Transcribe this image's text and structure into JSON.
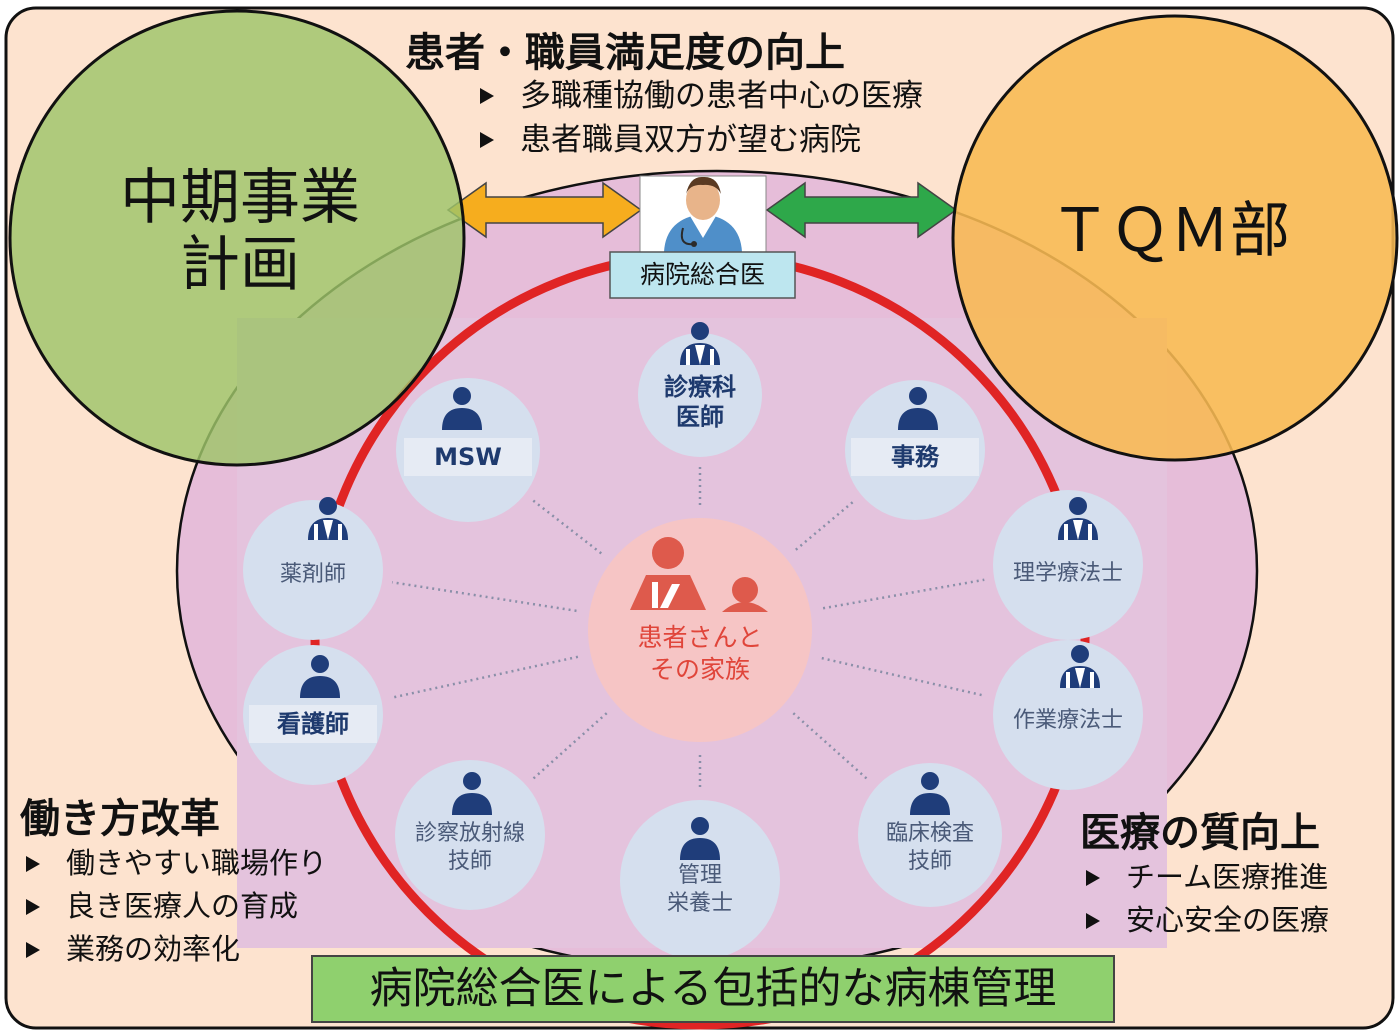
{
  "colors": {
    "background": "#fde3cf",
    "pink_area": "#e6bdd9",
    "green_circle": "#9dc569",
    "orange_circle": "#f8ba52",
    "ring": "#e02424",
    "node_fill": "#d5dfee",
    "person_icon": "#1f3d7a",
    "patient_icon": "#de5a4c",
    "center_fill": "#f6c5c5",
    "banner_fill": "#8fd06e",
    "doctor_label_fill": "#bde6ef",
    "arrow_orange": "#f6ad1e",
    "arrow_green": "#2ea84a"
  },
  "top": {
    "title": "患者・職員満足度の向上",
    "bullets": [
      "多職種協働の患者中心の医療",
      "患者職員双方が望む病院"
    ]
  },
  "left_circle": {
    "line1": "中期事業",
    "line2": "計画"
  },
  "right_circle": {
    "text": "ＴＱＭ部"
  },
  "doctor": {
    "label": "病院総合医",
    "icon": "doctor-avatar"
  },
  "center": {
    "line1": "患者さんと",
    "line2": "その家族",
    "icon": "patient-family-icon"
  },
  "nodes": [
    {
      "id": "shinryoka",
      "lines": [
        "診療科",
        "医師"
      ],
      "icon": "doctor-coat-icon"
    },
    {
      "id": "jimu",
      "lines": [
        "事務"
      ],
      "icon": "person-icon"
    },
    {
      "id": "rigaku",
      "lines": [
        "理学療法士"
      ],
      "icon": "therapist-icon"
    },
    {
      "id": "sagyo",
      "lines": [
        "作業療法士"
      ],
      "icon": "therapist-icon"
    },
    {
      "id": "rinsho",
      "lines": [
        "臨床検査",
        "技師"
      ],
      "icon": "person-icon"
    },
    {
      "id": "eiyo",
      "lines": [
        "管理",
        "栄養士"
      ],
      "icon": "person-icon"
    },
    {
      "id": "hoshasen",
      "lines": [
        "診察放射線",
        "技師"
      ],
      "icon": "person-icon"
    },
    {
      "id": "kango",
      "lines": [
        "看護師"
      ],
      "icon": "person-icon"
    },
    {
      "id": "yakuzai",
      "lines": [
        "薬剤師"
      ],
      "icon": "pharmacist-coat-icon"
    },
    {
      "id": "msw",
      "lines": [
        "MSW"
      ],
      "icon": "person-icon"
    }
  ],
  "left_bottom": {
    "title": "働き方改革",
    "bullets": [
      "働きやすい職場作り",
      "良き医療人の育成",
      "業務の効率化"
    ]
  },
  "right_bottom": {
    "title": "医療の質向上",
    "bullets": [
      "チーム医療推進",
      "安心安全の医療"
    ]
  },
  "banner": {
    "text": "病院総合医による包括的な病棟管理"
  }
}
